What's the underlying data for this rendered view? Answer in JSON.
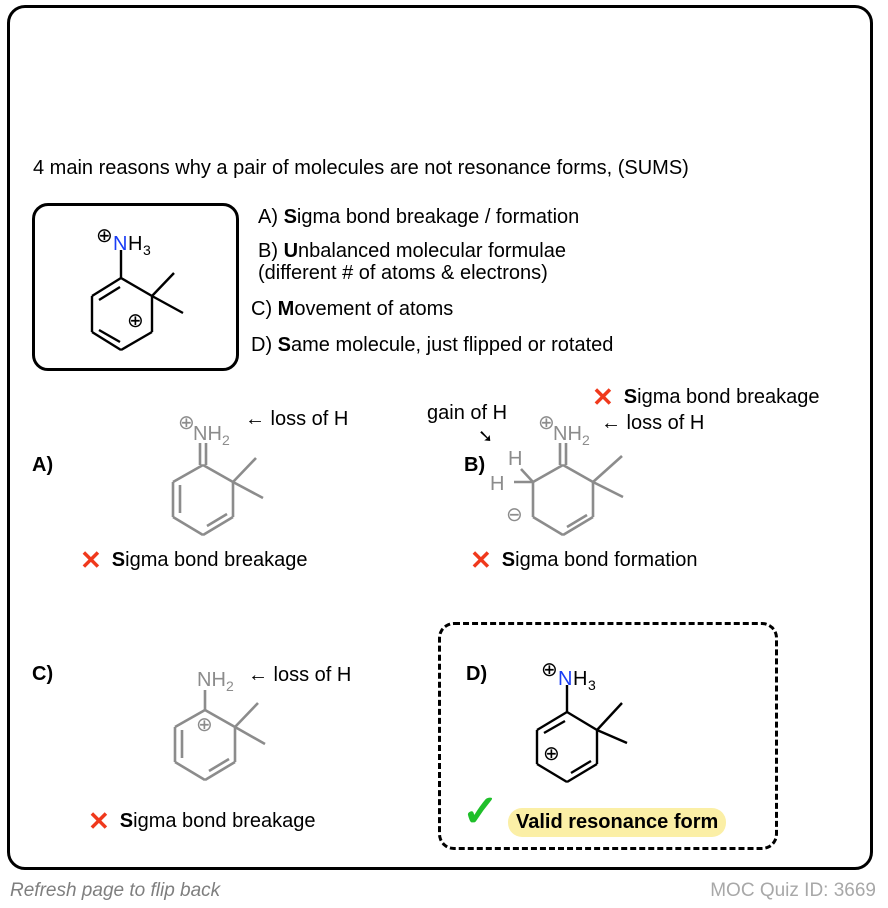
{
  "heading": "4 main reasons why a pair of molecules are not resonance forms, (SUMS)",
  "reasons": [
    {
      "prefix": "A) ",
      "key": "S",
      "rest": "igma bond breakage / formation"
    },
    {
      "prefix": "B) ",
      "key": "U",
      "rest": "nbalanced molecular formulae",
      "extra": "(different  # of atoms & electrons)"
    },
    {
      "prefix": "C) ",
      "key": "M",
      "rest": "ovement of atoms"
    },
    {
      "prefix": "D) ",
      "key": "S",
      "rest": "ame molecule, just flipped or rotated"
    }
  ],
  "main_molecule": {
    "charge_n": "⊕",
    "n": "N",
    "h": "H",
    "h_sub": "3",
    "charge_ring": "⊕",
    "n_color": "#1a3df5"
  },
  "options": {
    "a": {
      "label": "A)",
      "group": "NH",
      "group_sub": "2",
      "charge": "⊕",
      "note": "← loss of H",
      "verdict_key": "S",
      "verdict_rest": "igma bond breakage"
    },
    "b": {
      "label": "B)",
      "group": "NH",
      "group_sub": "2",
      "charge": "⊕",
      "h1": "H",
      "h2": "H",
      "anion": "⊖",
      "note_gain": "gain of H",
      "gain_arrow": "➘",
      "note_loss": "← loss of H",
      "top_verdict_key": "S",
      "top_verdict_rest": "igma bond breakage",
      "verdict_key": "S",
      "verdict_rest": "igma bond formation"
    },
    "c": {
      "label": "C)",
      "group": "NH",
      "group_sub": "2",
      "charge": "⊕",
      "note": "← loss of H",
      "verdict_key": "S",
      "verdict_rest": "igma bond breakage"
    },
    "d": {
      "label": "D)",
      "n": "N",
      "h": "H",
      "h_sub": "3",
      "charge_n": "⊕",
      "charge_ring": "⊕",
      "check": "✓",
      "verdict": "Valid resonance form"
    }
  },
  "marks": {
    "x": "✕"
  },
  "colors": {
    "wrong": "#f0391c",
    "right": "#1fbf2a",
    "highlight": "#fbefa6",
    "gray_structure": "#8c8c8c",
    "nitrogen": "#1a3df5"
  },
  "footer": {
    "left": "Refresh page to flip back",
    "right": "MOC Quiz ID: 3669"
  }
}
